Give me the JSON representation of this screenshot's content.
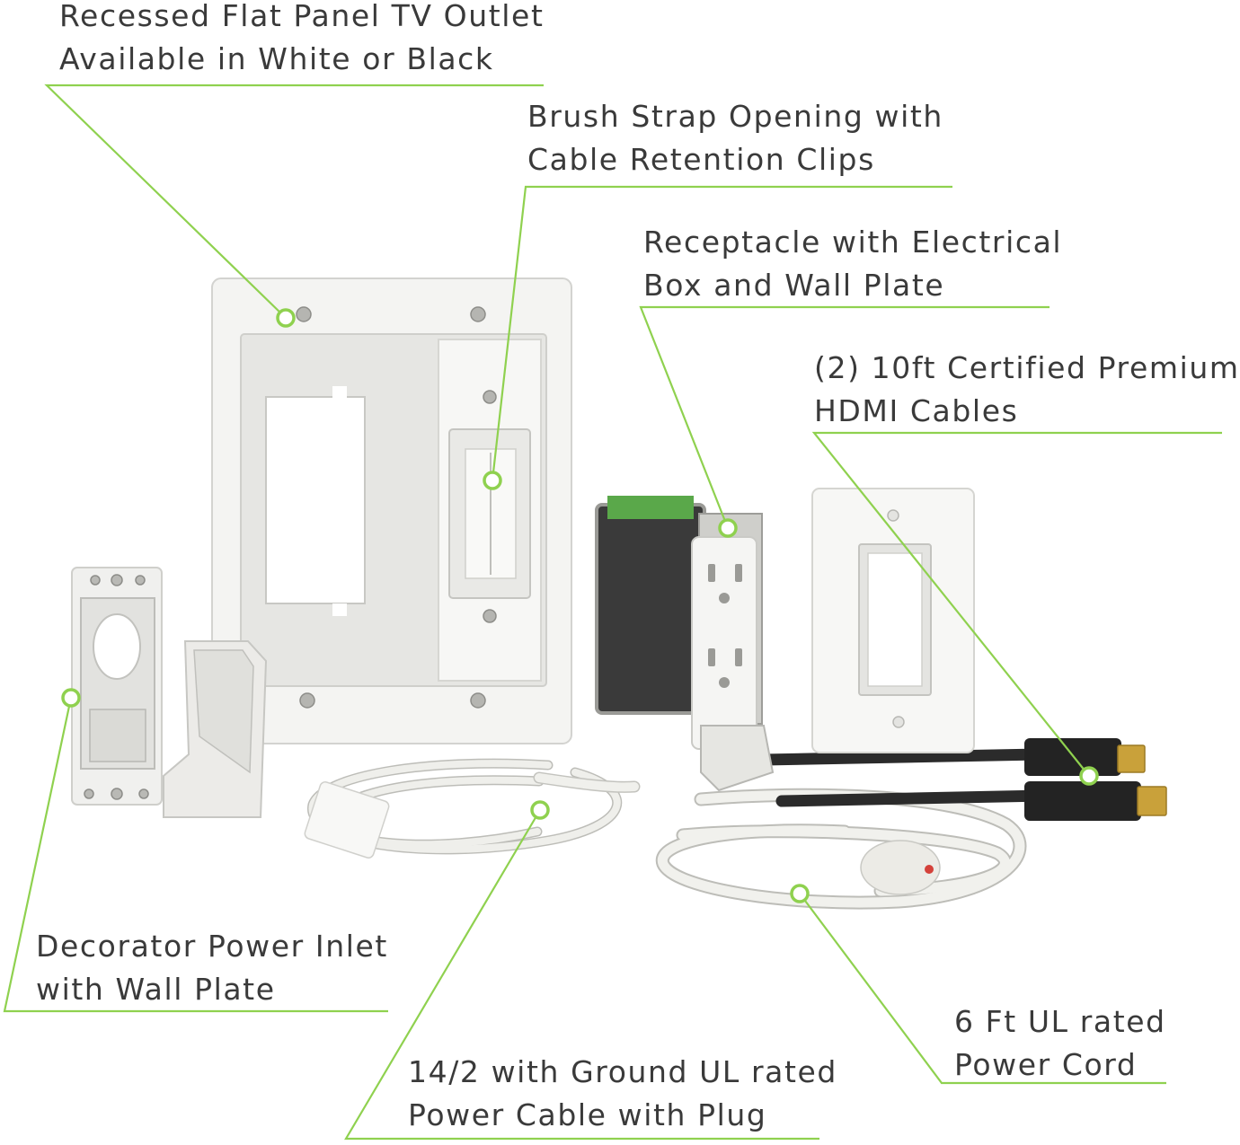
{
  "colors": {
    "leader": "#8fd14f",
    "dot_fill": "#ffffff",
    "text": "#3a3a3a",
    "plastic": "#f2f2f0",
    "plastic_shadow": "#d9d9d6",
    "box_grey": "#b8b8b4",
    "hdmi_black": "#262626",
    "hdmi_gold": "#c9a13a",
    "cord_white": "#eeeeea",
    "box_green": "#5aa84a"
  },
  "callouts": [
    {
      "id": "tv-outlet",
      "lines": [
        "Recessed Flat Panel TV Outlet",
        "Available in White or Black"
      ]
    },
    {
      "id": "brush-strap",
      "lines": [
        "Brush Strap Opening with",
        "Cable Retention Clips"
      ]
    },
    {
      "id": "receptacle",
      "lines": [
        "Receptacle with Electrical",
        "Box and Wall Plate"
      ]
    },
    {
      "id": "hdmi",
      "lines": [
        "(2) 10ft Certified Premium",
        "HDMI Cables"
      ]
    },
    {
      "id": "power-inlet",
      "lines": [
        "Decorator Power Inlet",
        "with Wall Plate"
      ]
    },
    {
      "id": "power-cable",
      "lines": [
        "14/2 with Ground UL rated",
        "Power Cable with Plug"
      ]
    },
    {
      "id": "power-cord",
      "lines": [
        "6 Ft UL rated",
        "Power Cord"
      ]
    }
  ],
  "icons": {
    "callout_dot": "leader-dot-icon",
    "tv_plate": "recessed-outlet-plate-icon",
    "inlet": "power-inlet-icon",
    "receptacle": "duplex-receptacle-icon",
    "hdmi": "hdmi-plug-icon",
    "cord": "coiled-cord-icon"
  }
}
